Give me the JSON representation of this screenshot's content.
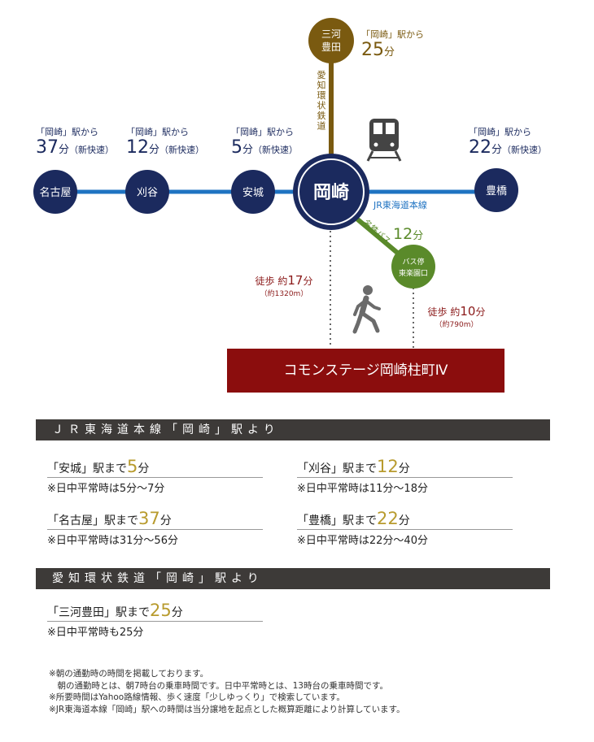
{
  "stations": {
    "okazaki": "岡崎",
    "nagoya": "名古屋",
    "kariya": "刈谷",
    "anjo": "安城",
    "toyohashi": "豊橋",
    "mikawa_toyota": "三河\n豊田",
    "bus_stop": "バス停\n東楽園口"
  },
  "lines": {
    "aichi_loop": "愛知環状鉄道",
    "jr_tokaido": "JR東海道本線",
    "meitetsu_bus": "名鉄バス"
  },
  "times": {
    "nagoya": {
      "from": "「岡崎」駅から",
      "minutes": "37",
      "unit": "分",
      "note": "（新快速）"
    },
    "kariya": {
      "from": "「岡崎」駅から",
      "minutes": "12",
      "unit": "分",
      "note": "（新快速）"
    },
    "anjo": {
      "from": "「岡崎」駅から",
      "minutes": "5",
      "unit": "分",
      "note": "（新快速）"
    },
    "toyohashi": {
      "from": "「岡崎」駅から",
      "minutes": "22",
      "unit": "分",
      "note": "（新快速）"
    },
    "mikawa_toyota": {
      "from": "「岡崎」駅から",
      "minutes": "25",
      "unit": "分"
    },
    "bus": {
      "minutes": "12",
      "unit": "分"
    }
  },
  "walks": {
    "station": {
      "prefix": "徒歩 約",
      "minutes": "17",
      "unit": "分",
      "distance": "（約1320m）"
    },
    "bus": {
      "prefix": "徒歩 約",
      "minutes": "10",
      "unit": "分",
      "distance": "（約790m）"
    }
  },
  "destination": "コモンステージ岡崎柱町Ⅳ",
  "sections": {
    "jr": {
      "title": "ＪＲ東海道本線「岡崎」駅より",
      "entries": [
        {
          "head_pre": "「安城」駅まで",
          "min": "5",
          "unit": "分",
          "sub": "※日中平常時は5分～7分"
        },
        {
          "head_pre": "「刈谷」駅まで",
          "min": "12",
          "unit": "分",
          "sub": "※日中平常時は11分～18分"
        },
        {
          "head_pre": "「名古屋」駅まで",
          "min": "37",
          "unit": "分",
          "sub": "※日中平常時は31分～56分"
        },
        {
          "head_pre": "「豊橋」駅まで",
          "min": "22",
          "unit": "分",
          "sub": "※日中平常時は22分～40分"
        }
      ]
    },
    "aichi": {
      "title": "愛知環状鉄道「岡崎」駅より",
      "entries": [
        {
          "head_pre": "「三河豊田」駅まで",
          "min": "25",
          "unit": "分",
          "sub": "※日中平常時も25分"
        }
      ]
    }
  },
  "notes": [
    "※朝の通勤時の時間を掲載しております。",
    "　朝の通勤時とは、朝7時台の乗車時間です。日中平常時とは、13時台の乗車時間です。",
    "※所要時間はYahoo路線情報、歩く速度「少しゆっくり」で検索しています。",
    "※JR東海道本線「岡崎」駅への時間は当分譲地を起点とした概算距離により計算しています。"
  ],
  "colors": {
    "navy": "#1b2a5e",
    "jr_blue": "#1f73c2",
    "aichi_gold": "#7a5a10",
    "bus_green": "#5a8a2a",
    "dest_red": "#8b0d0d",
    "walk_red": "#8b1a1a",
    "minute_gold": "#b89b2e",
    "section_gray": "#3d3a38"
  },
  "icons": [
    "train-icon",
    "walking-person-icon"
  ]
}
